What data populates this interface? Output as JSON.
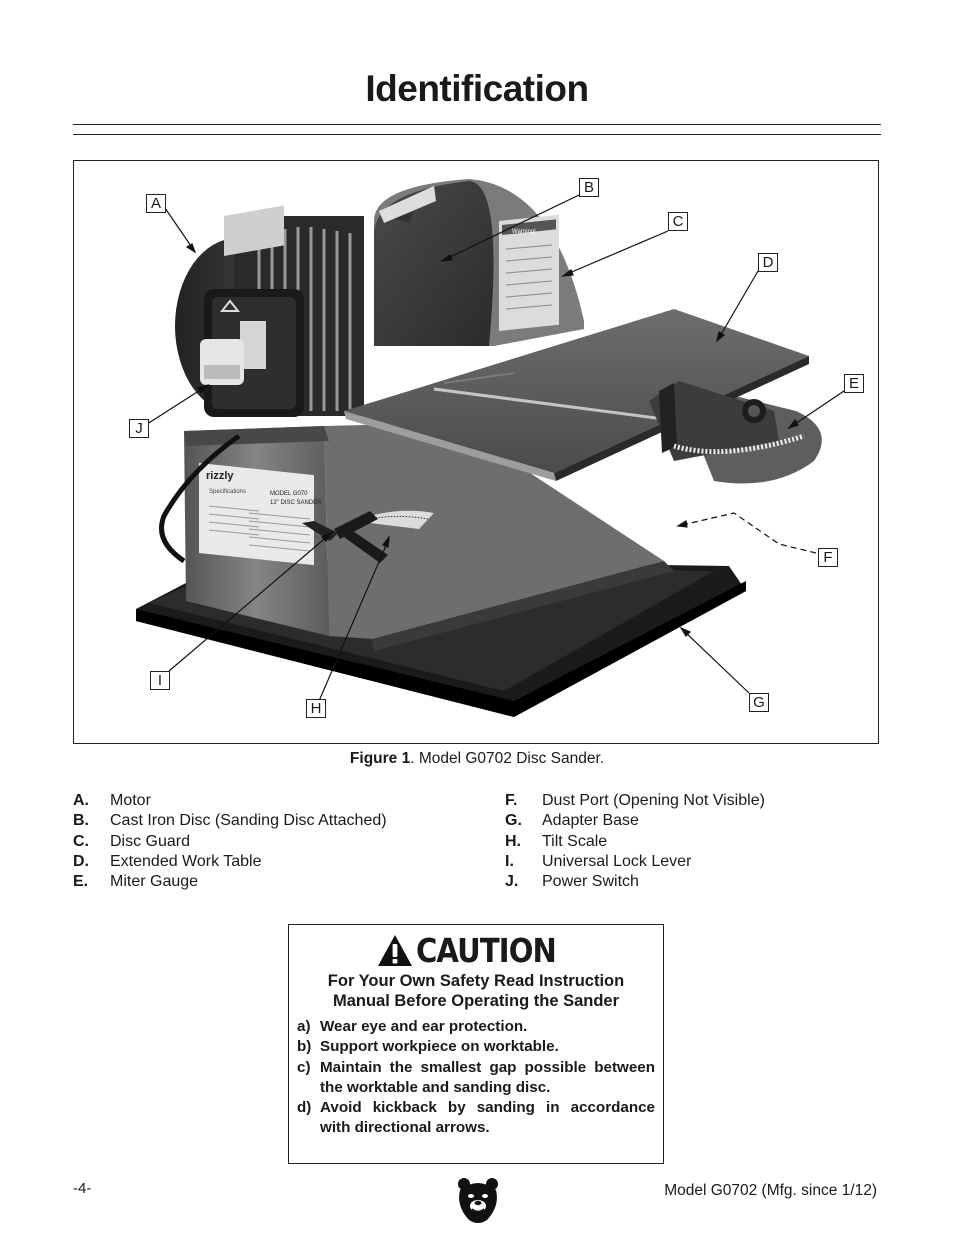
{
  "page": {
    "title": "Identification",
    "page_number": "-4-",
    "footer_model": "Model G0702 (Mfg. since 1/12)"
  },
  "figure": {
    "caption_label": "Figure 1",
    "caption_text": ". Model G0702 Disc Sander.",
    "callouts": [
      "A",
      "B",
      "C",
      "D",
      "E",
      "F",
      "G",
      "H",
      "I",
      "J"
    ],
    "machine_text": {
      "brand": "rizzly",
      "plate_model": "MODEL G070",
      "plate_desc": "12\" DISC SANDER",
      "specs": "Specifications",
      "warning": "Warning!"
    }
  },
  "parts": {
    "left": [
      {
        "letter": "A.",
        "name": "Motor"
      },
      {
        "letter": "B.",
        "name": "Cast Iron Disc (Sanding Disc Attached)"
      },
      {
        "letter": "C.",
        "name": "Disc Guard"
      },
      {
        "letter": "D.",
        "name": "Extended Work Table"
      },
      {
        "letter": "E.",
        "name": "Miter Gauge"
      }
    ],
    "right": [
      {
        "letter": "F.",
        "name": "Dust Port (Opening Not Visible)"
      },
      {
        "letter": "G.",
        "name": "Adapter Base"
      },
      {
        "letter": "H.",
        "name": "Tilt Scale"
      },
      {
        "letter": "I.",
        "name": "Universal Lock Lever"
      },
      {
        "letter": "J.",
        "name": "Power Switch"
      }
    ]
  },
  "caution": {
    "heading": "CAUTION",
    "subheading_line1": "For Your Own Safety Read Instruction",
    "subheading_line2": "Manual Before Operating the Sander",
    "items": [
      {
        "key": "a)",
        "text": "Wear eye and ear protection."
      },
      {
        "key": "b)",
        "text": "Support workpiece on worktable."
      },
      {
        "key": "c)",
        "text": "Maintain the smallest gap possible between the worktable and sanding disc."
      },
      {
        "key": "d)",
        "text": "Avoid kickback by sanding in accordance with directional arrows."
      }
    ]
  }
}
